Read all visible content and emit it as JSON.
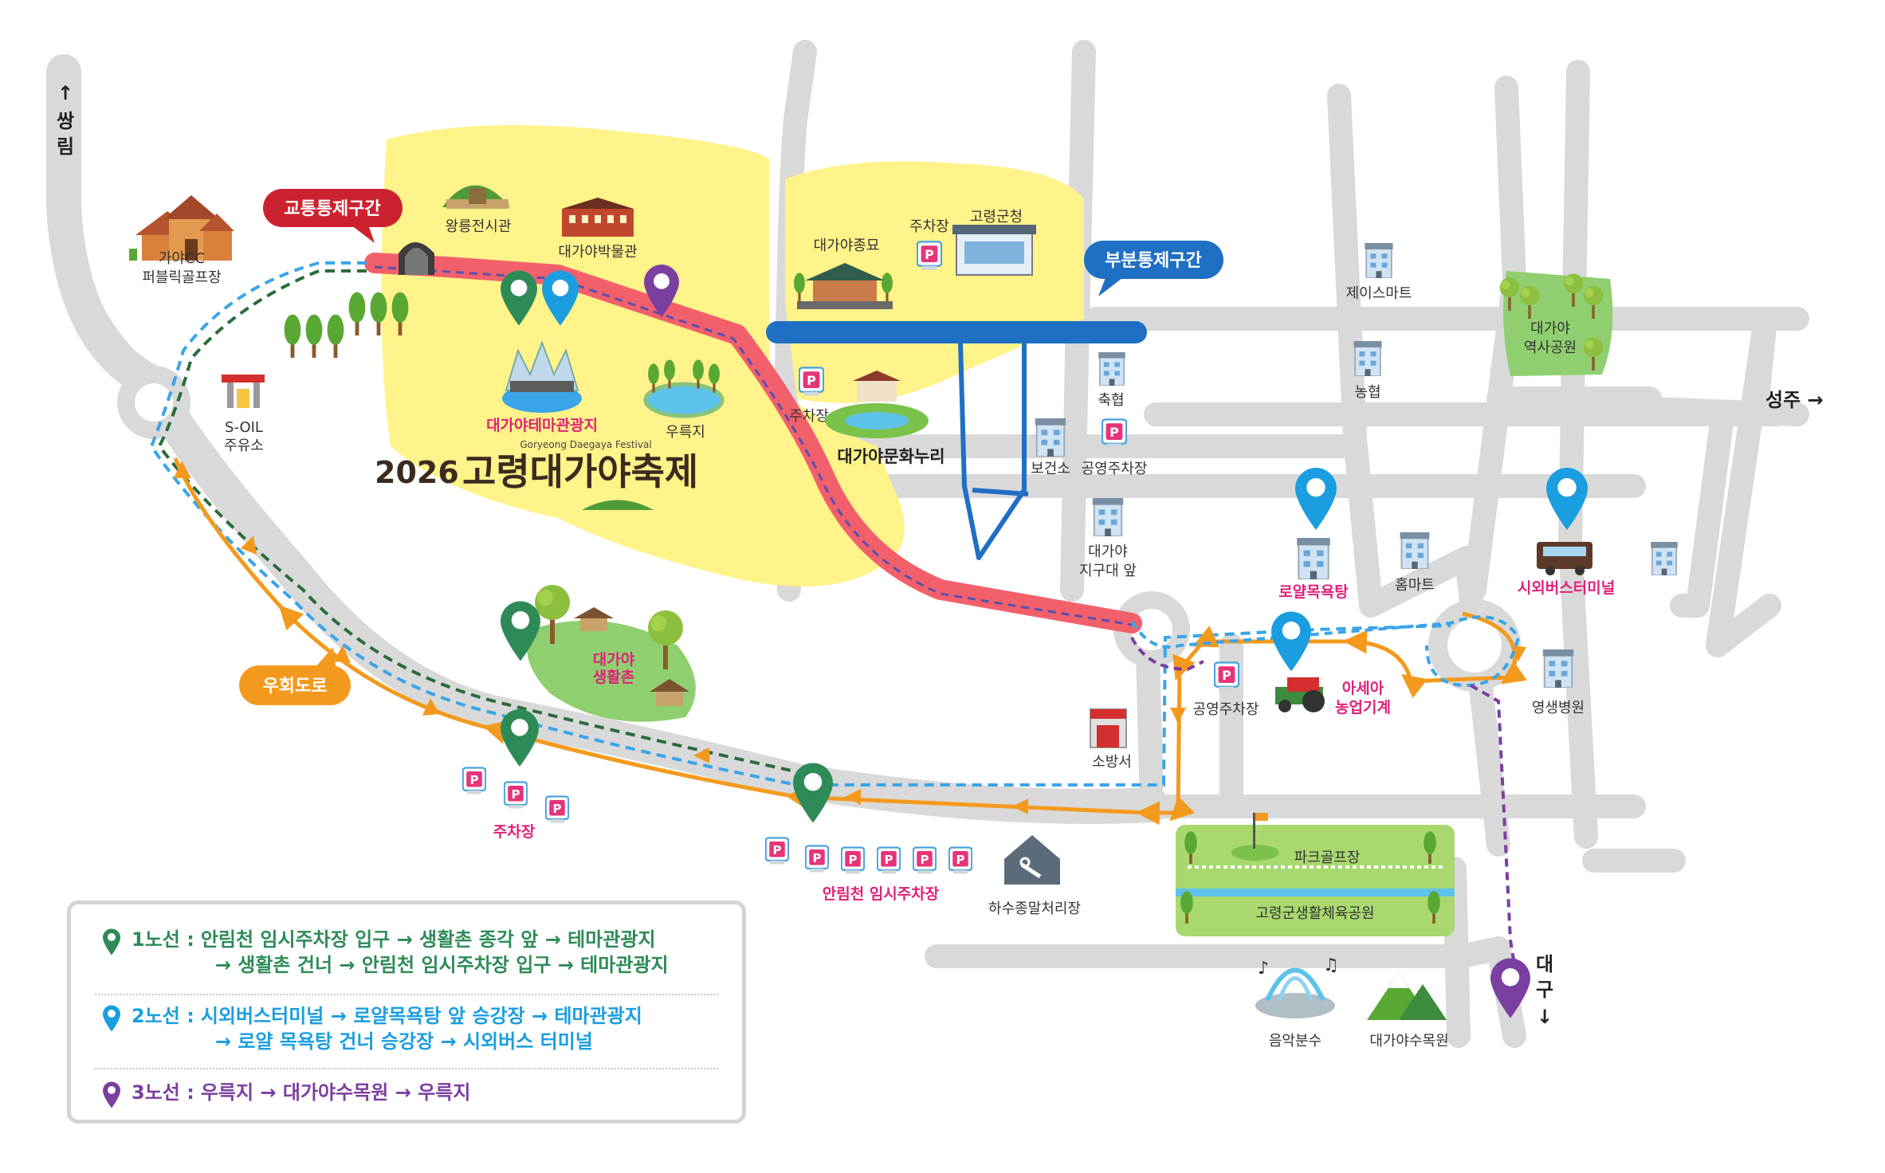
{
  "colors": {
    "road": "#d9d9d9",
    "festival_area": "#fff38a",
    "total_control": "#f2606b",
    "partial_control": "#1f6fc4",
    "detour": "#f39a1e",
    "route1": "#2e8b57",
    "route2": "#1a9ee0",
    "route3": "#7b3fa0",
    "park_green": "#8fcf6f"
  },
  "festival": {
    "year": "2026",
    "title": "고령대가야축제",
    "subtitle": "Goryeong Daegaya Festival"
  },
  "badges": {
    "total_control": "교통통제구간",
    "partial_control": "부분통제구간",
    "detour": "우회도로"
  },
  "directions": {
    "north": "↑ 쌍림",
    "east": "성주 →",
    "south": "대구↓"
  },
  "places": {
    "gaya_cc_1": "가야CC",
    "gaya_cc_2": "퍼블릭골프장",
    "tomb_museum": "왕릉전시관",
    "daegaya_museum": "대가야박물관",
    "theme_park": "대가야테마관광지",
    "pond": "우륵지",
    "s_oil_1": "S-OIL",
    "s_oil_2": "주유소",
    "shrine": "대가야종묘",
    "parking_a": "주차장",
    "county_office": "고령군청",
    "parking_b": "주차장",
    "culture_center": "대가야문화누리",
    "nonghyup_coop": "축협",
    "health_center": "보건소",
    "public_parking_1": "공영주차장",
    "police_1": "대가야",
    "police_2": "지구대 앞",
    "jays_mart": "제이스마트",
    "nonghyup": "농협",
    "history_park_1": "대가야",
    "history_park_2": "역사공원",
    "royal_bath": "로얄목욕탕",
    "home_mart": "홈마트",
    "bus_terminal": "시외버스터미널",
    "village_1": "대가야",
    "village_2": "생활촌",
    "public_parking_2": "공영주차장",
    "asia_machine_1": "아세아",
    "asia_machine_2": "농업기계",
    "yeongsaeng_hospital": "영생병원",
    "fire_station": "소방서",
    "parking_c": "주차장",
    "temp_parking": "안림천 임시주차장",
    "sewage_plant": "하수종말처리장",
    "park_golf": "파크골프장",
    "sports_park": "고령군생활체육공원",
    "music_fountain": "음악분수",
    "arboretum": "대가야수목원"
  },
  "legend": {
    "route1": {
      "name": "1노선 :",
      "line1": "안림천 임시주차장 입구 → 생활촌 종각 앞 → 테마관광지",
      "line2": "→ 생활촌 건너 → 안림천 임시주차장 입구 → 테마관광지"
    },
    "route2": {
      "name": "2노선 :",
      "line1": "시외버스터미널 → 로얄목욕탕 앞 승강장 → 테마관광지",
      "line2": "→ 로얄 목욕탕 건너 승강장 → 시외버스 터미널"
    },
    "route3": {
      "name": "3노선 :",
      "line1": "우륵지 → 대가야수목원 → 우륵지"
    }
  }
}
